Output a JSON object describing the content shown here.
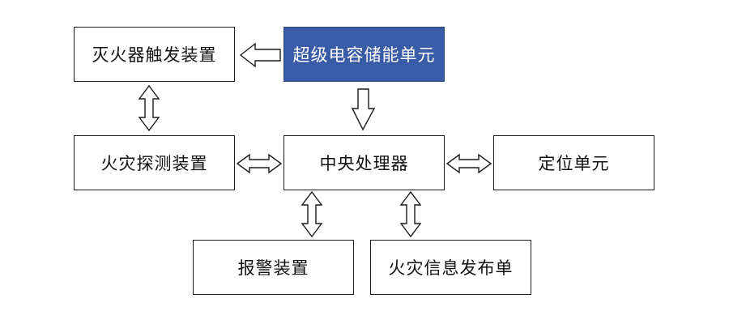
{
  "nodes": {
    "supercap": "超级电容储能单元",
    "extinguisher": "灭火器触发装置",
    "fire_detector": "火灾探测装置",
    "cpu": "中央处理器",
    "positioning": "定位单元",
    "alarm": "报警装置",
    "fire_info": "火灾信息发布单"
  },
  "colors": {
    "highlight_fill": "#3a5ba6",
    "highlight_text": "#ffffff",
    "border": "#1a1a1a"
  },
  "edges": [
    {
      "from": "supercap",
      "to": "extinguisher",
      "direction": "one-way"
    },
    {
      "from": "supercap",
      "to": "cpu",
      "direction": "one-way"
    },
    {
      "from": "extinguisher",
      "to": "fire_detector",
      "direction": "two-way"
    },
    {
      "from": "fire_detector",
      "to": "cpu",
      "direction": "two-way"
    },
    {
      "from": "cpu",
      "to": "positioning",
      "direction": "two-way"
    },
    {
      "from": "cpu",
      "to": "alarm",
      "direction": "two-way"
    },
    {
      "from": "cpu",
      "to": "fire_info",
      "direction": "two-way"
    }
  ]
}
